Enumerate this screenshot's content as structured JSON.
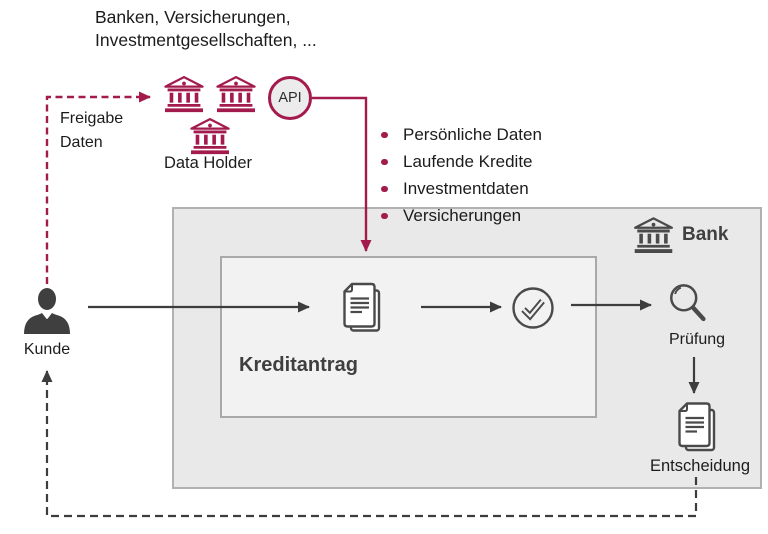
{
  "colors": {
    "accent": "#a31b4d",
    "arrow_dark": "#3d3d3d",
    "icon_gray": "#4a4a4a",
    "outer_box_bg": "#e9e9e9",
    "outer_box_border": "#b1b1b1",
    "inner_box_bg": "#f2f2f2",
    "inner_box_border": "#a9a9a9"
  },
  "header": {
    "line1": "Banken, Versicherungen,",
    "line2": "Investmentgesellschaften, ..."
  },
  "freigabe_label": {
    "line1": "Freigabe",
    "line2": "Daten"
  },
  "data_holder": {
    "label": "Data Holder",
    "api_label": "API"
  },
  "shared_data_list": [
    "Persönliche Daten",
    "Laufende Kredite",
    "Investmentdaten",
    "Versicherungen"
  ],
  "bank_box": {
    "label": "Bank"
  },
  "process": {
    "application": "Kreditantrag",
    "review": "Prüfung",
    "decision": "Entscheidung"
  },
  "customer": {
    "label": "Kunde"
  },
  "icons": {
    "data_holder": "bank-icon",
    "api": "api-circle",
    "bank": "bank-icon",
    "application": "documents-icon",
    "approval": "check-circle-icon",
    "review": "magnifier-icon",
    "decision": "documents-icon",
    "customer": "person-icon"
  }
}
